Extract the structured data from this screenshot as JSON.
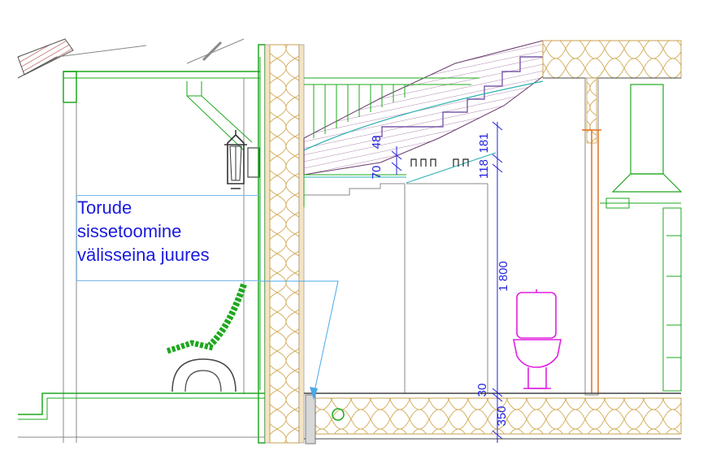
{
  "annotation": {
    "lines": [
      "Torude",
      "sissetoomine",
      "välisseina juures"
    ]
  },
  "dimensions": {
    "d181": "181",
    "d48": "48",
    "d70": "70",
    "d118": "118",
    "d1800": "1 800",
    "d30": "30",
    "d350": "350"
  },
  "colors": {
    "green": "#1ea81e",
    "insulation": "#d4b060",
    "dimension": "#2222dd",
    "magenta": "#e020e0",
    "orange": "#e07020",
    "leader": "#4aa8e8",
    "gray": "#8a8a8a"
  }
}
